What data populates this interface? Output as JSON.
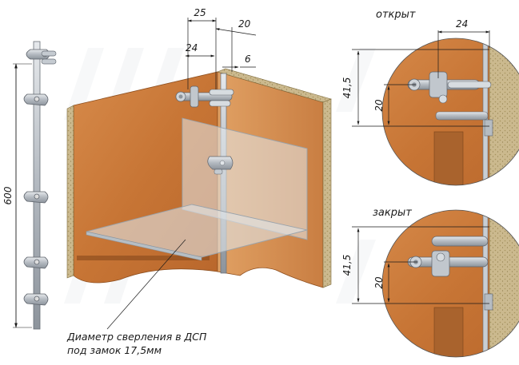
{
  "dimensions": {
    "rail_length": "600",
    "top_25": "25",
    "top_20": "20",
    "top_24": "24",
    "top_6": "6",
    "detail_24": "24",
    "open_415": "41,5",
    "open_20": "20",
    "closed_415": "41,5",
    "closed_20": "20"
  },
  "states": {
    "open": "открыт",
    "closed": "закрыт"
  },
  "caption": {
    "line1": "Диаметр сверления в ДСП",
    "line2": "под замок 17,5мм"
  },
  "colors": {
    "wood": "#c97a3e",
    "wood_light": "#d98f52",
    "chipboard": "#cbb98e",
    "metal": "#b8bec5",
    "glass": "#d8dde0"
  }
}
